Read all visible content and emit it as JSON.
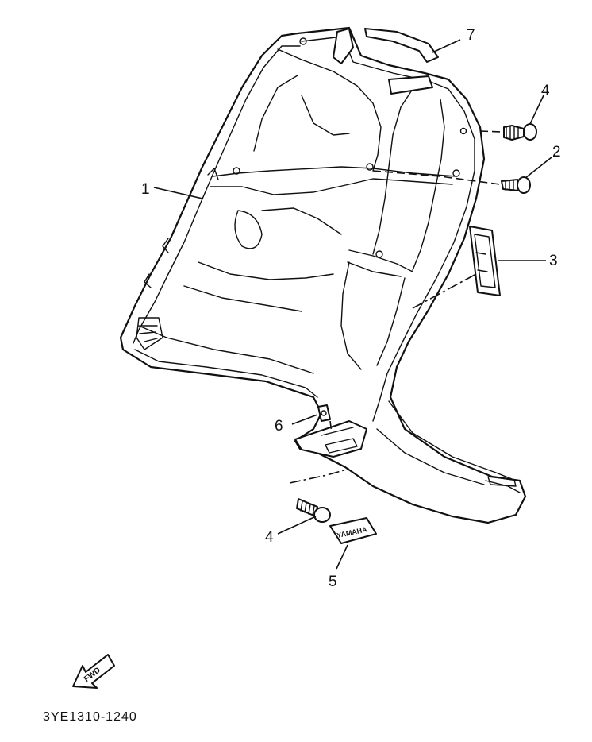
{
  "diagram": {
    "part_callouts": [
      {
        "id": "callout-1",
        "label": "1"
      },
      {
        "id": "callout-2",
        "label": "2"
      },
      {
        "id": "callout-3",
        "label": "3"
      },
      {
        "id": "callout-4-upper",
        "label": "4"
      },
      {
        "id": "callout-4-lower",
        "label": "4"
      },
      {
        "id": "callout-5",
        "label": "5"
      },
      {
        "id": "callout-6",
        "label": "6"
      },
      {
        "id": "callout-7",
        "label": "7"
      }
    ],
    "emblem_text": "YAMAHA",
    "fwd_arrow_text": "FWD",
    "drawing_code": "3YE1310-1240"
  }
}
